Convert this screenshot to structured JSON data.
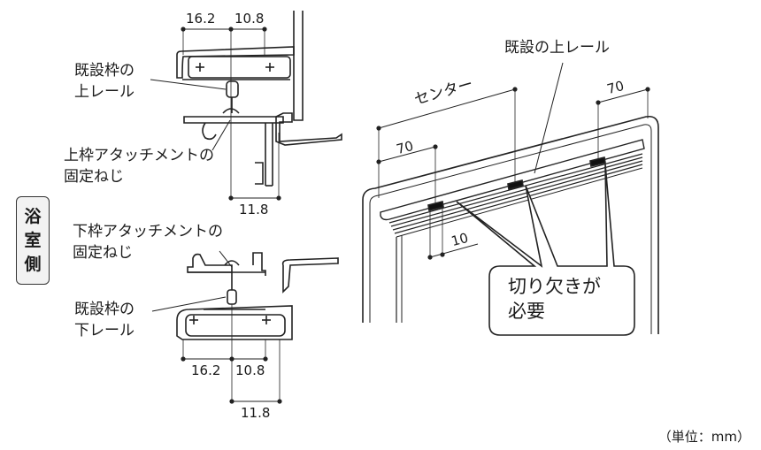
{
  "side_tag": [
    "浴",
    "室",
    "側"
  ],
  "upper": {
    "dim_top_left": "16.2",
    "dim_top_right": "10.8",
    "label_existing_frame": [
      "既設枠の",
      "上レール"
    ],
    "label_screw": [
      "上枠アタッチメントの",
      "固定ねじ"
    ],
    "dim_bottom": "11.8"
  },
  "lower": {
    "label_screw": [
      "下枠アタッチメントの",
      "固定ねじ"
    ],
    "label_existing_frame": [
      "既設枠の",
      "下レール"
    ],
    "dim_bottom_left": "16.2",
    "dim_bottom_right": "10.8",
    "dim_bottom": "11.8"
  },
  "perspective": {
    "label_center": "センター",
    "dim_left": "70",
    "dim_right": "70",
    "dim_small": "10",
    "label_rail": "既設の上レール",
    "callout": [
      "切り欠きが",
      "必要"
    ]
  },
  "unit_note": "（単位：mm）"
}
